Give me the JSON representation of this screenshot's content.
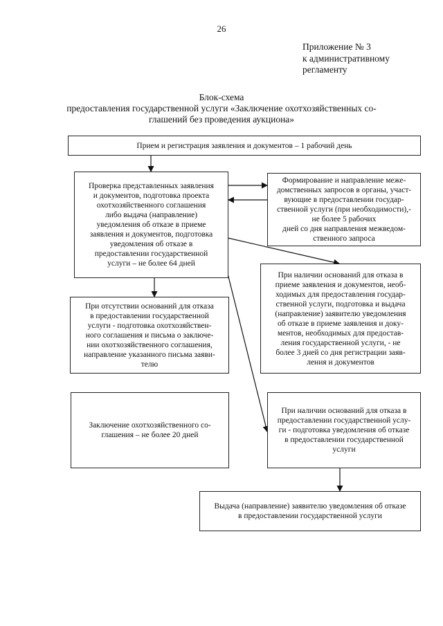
{
  "page_number": "26",
  "appendix": {
    "line1": "Приложение № 3",
    "line2": "к административному",
    "line3": "регламенту"
  },
  "title": {
    "line1": "Блок-схема",
    "line2": "предоставления государственной услуги «Заключение охотхозяйственных со-",
    "line3": "глашений без проведения аукциона»"
  },
  "boxes": {
    "reception": [
      "Прием и регистрация заявления и документов –  1 рабочий день"
    ],
    "verification": [
      "Проверка представленных заявления",
      "и документов, подготовка проекта",
      "охотхозяйственного соглашения",
      "либо выдача (направление)",
      "уведомления об отказе в приеме",
      "заявления и документов, подготовка",
      "уведомления об отказе в",
      "предоставлении государственной",
      "услуги – не более 64 дней"
    ],
    "interagency": [
      "Формирование и направление меже-",
      "домственных запросов в органы, участ-",
      "вующие в предоставлении государ-",
      "ственной услуги (при необходимости),-",
      "не более 5 рабочих",
      "дней со дня направления межведом-",
      "ственного запроса"
    ],
    "refusal_reception": [
      "При наличии оснований для отказа в",
      "приеме заявления и документов, необ-",
      "ходимых для предоставления государ-",
      "ственной услуги, подготовка и выдача",
      "(направление) заявителю уведомления",
      "об отказе в приеме заявления и доку-",
      "ментов, необходимых для предостав-",
      "ления государственной услуги, - не",
      "более 3 дней со дня регистрации заяв-",
      "ления и документов"
    ],
    "no_grounds": [
      "При отсутствии оснований для отказа",
      "в предоставлении государственной",
      "услуги - подготовка охотхозяйствен-",
      "ного соглашения и письма о заключе-",
      "нии охотхозяйственного соглашения,",
      "направление указанного письма заяви-",
      "телю"
    ],
    "conclusion": [
      "Заключение охотхозяйственного со-",
      "глашения – не более 20 дней"
    ],
    "refusal_service": [
      "При наличии оснований для отказа в",
      "предоставлении государственной услу-",
      "ги - подготовка уведомления об отказе",
      "в предоставлении государственной",
      "услуги"
    ],
    "issuance": [
      "Выдача (направление) заявителю уведомления об отказе",
      "в предоставлении государственной услуги"
    ]
  }
}
